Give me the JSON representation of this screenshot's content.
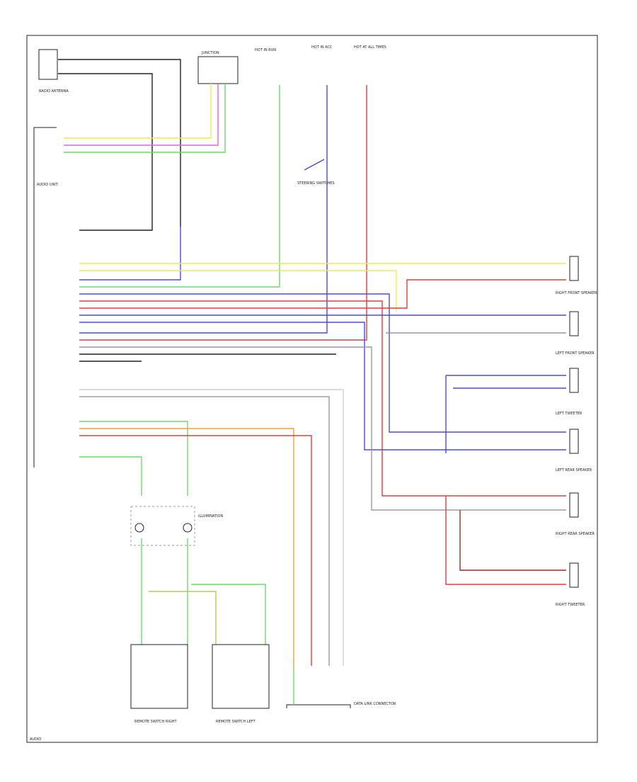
{
  "colors": {
    "yellow": "#f0ec4a",
    "pink": "#ec5ee8",
    "green": "#6ed86a",
    "blue": "#4a4ae0",
    "red": "#ec3a3a",
    "orange": "#f0a03c",
    "gray": "#9a9a9a",
    "black": "#222222",
    "white": "#cfcfcf"
  },
  "components": {
    "radio_antenna": "RADIO ANTENNA",
    "audio_unit": "AUDIO UNIT",
    "junction": "JUNCTION",
    "hot_run": "HOT IN RUN",
    "hot_acc": "HOT IN ACC",
    "hot_all": "HOT AT ALL TIMES",
    "steering": "STEERING SWITCHES",
    "illum": "ILLUMINATION",
    "rear_speaker_l": "LEFT REAR SPEAKER",
    "rear_speaker_r": "RIGHT REAR SPEAKER",
    "front_speaker_r": "RIGHT FRONT SPEAKER",
    "front_speaker_l": "LEFT FRONT SPEAKER",
    "tweeter_l": "LEFT TWEETER",
    "tweeter_r": "RIGHT TWEETER",
    "remote_sw_r": "REMOTE SWITCH RIGHT",
    "remote_sw_l": "REMOTE SWITCH LEFT",
    "data_link": "DATA LINK CONNECTOR",
    "footer": "AUDIO"
  }
}
